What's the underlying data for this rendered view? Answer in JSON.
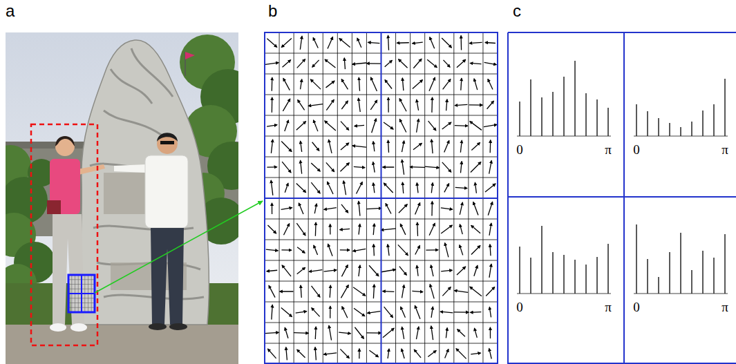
{
  "diagram": {
    "labels": [
      "a",
      "b",
      "c",
      "0",
      "π",
      "0",
      "π",
      "0",
      "π",
      "0",
      "π"
    ]
  }
}
